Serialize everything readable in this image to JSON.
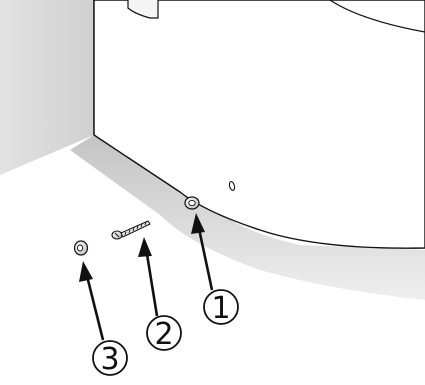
{
  "figure": {
    "callouts": [
      {
        "number": "1",
        "part": "plug"
      },
      {
        "number": "2",
        "part": "screw"
      },
      {
        "number": "3",
        "part": "plug"
      }
    ]
  },
  "colors": {
    "line": "#111111",
    "wall_shade": "#d8d8d8",
    "floor_shadow": "#bdbdbd",
    "body_fill": "#ffffff",
    "hardware_fill": "#e6e6e6"
  },
  "icons": [
    "plug-icon",
    "screw-icon",
    "mounting-hole-icon",
    "arrow-icon"
  ]
}
